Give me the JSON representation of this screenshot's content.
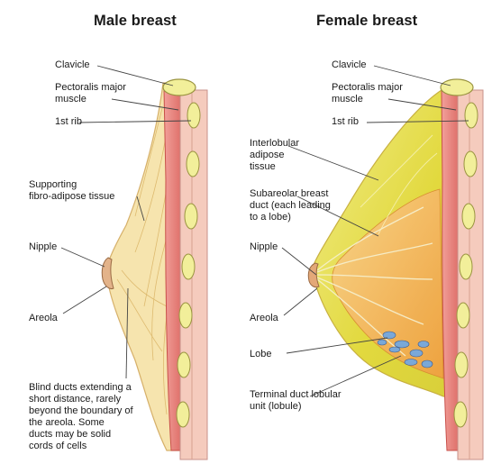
{
  "titles": {
    "male": "Male breast",
    "female": "Female breast"
  },
  "male_labels": {
    "clavicle": "Clavicle",
    "pectoralis_1": "Pectoralis major",
    "pectoralis_2": "muscle",
    "rib": "1st rib",
    "supporting_1": "Supporting",
    "supporting_2": "fibro-adipose tissue",
    "nipple": "Nipple",
    "areola": "Areola",
    "blind_1": "Blind ducts extending a",
    "blind_2": "short distance, rarely",
    "blind_3": "beyond the boundary of",
    "blind_4": "the areola.  Some",
    "blind_5": "ducts may be solid",
    "blind_6": "cords of cells"
  },
  "female_labels": {
    "clavicle": "Clavicle",
    "pectoralis_1": "Pectoralis major",
    "pectoralis_2": "muscle",
    "rib": "1st rib",
    "interlobular_1": "Interlobular",
    "interlobular_2": "adipose",
    "interlobular_3": "tissue",
    "subareolar_1": "Subareolar breast",
    "subareolar_2": "duct (each leading",
    "subareolar_3": "to a lobe)",
    "nipple": "Nipple",
    "areola": "Areola",
    "lobe": "Lobe",
    "terminal_1": "Terminal duct lobular",
    "terminal_2": "unit (lobule)"
  },
  "colors": {
    "muscle": "#e8807a",
    "muscle_dark": "#c8504a",
    "rib": "#f2ef9a",
    "adipose_male": "#f6e2a6",
    "adipose_female": "#e6df4a",
    "gland": "#f4b45a",
    "lobule": "#7aa8d8",
    "skin_edge": "#d0a560",
    "line": "#444444"
  }
}
